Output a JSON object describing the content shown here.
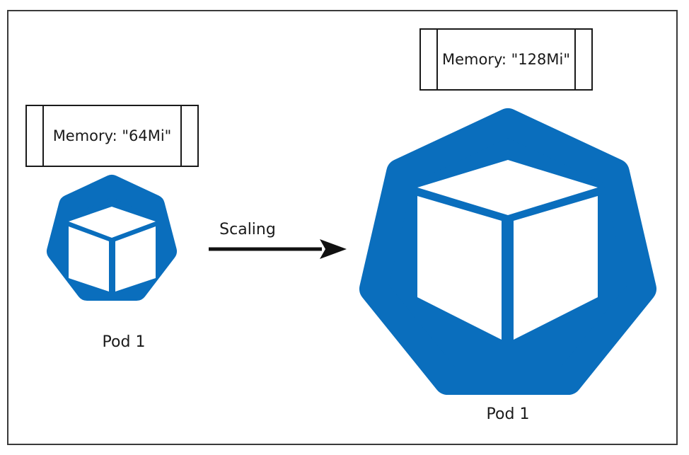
{
  "small_pod": {
    "memory_label": "Memory: \"64Mi\"",
    "pod_label": "Pod 1"
  },
  "large_pod": {
    "memory_label": "Memory: \"128Mi\"",
    "pod_label": "Pod 1"
  },
  "arrow": {
    "label": "Scaling"
  },
  "colors": {
    "pod_blue": "#0a6ebd",
    "outline": "#1a1a1a"
  },
  "icons": [
    "heptagon-icon",
    "cube-icon",
    "arrow-right-icon"
  ]
}
